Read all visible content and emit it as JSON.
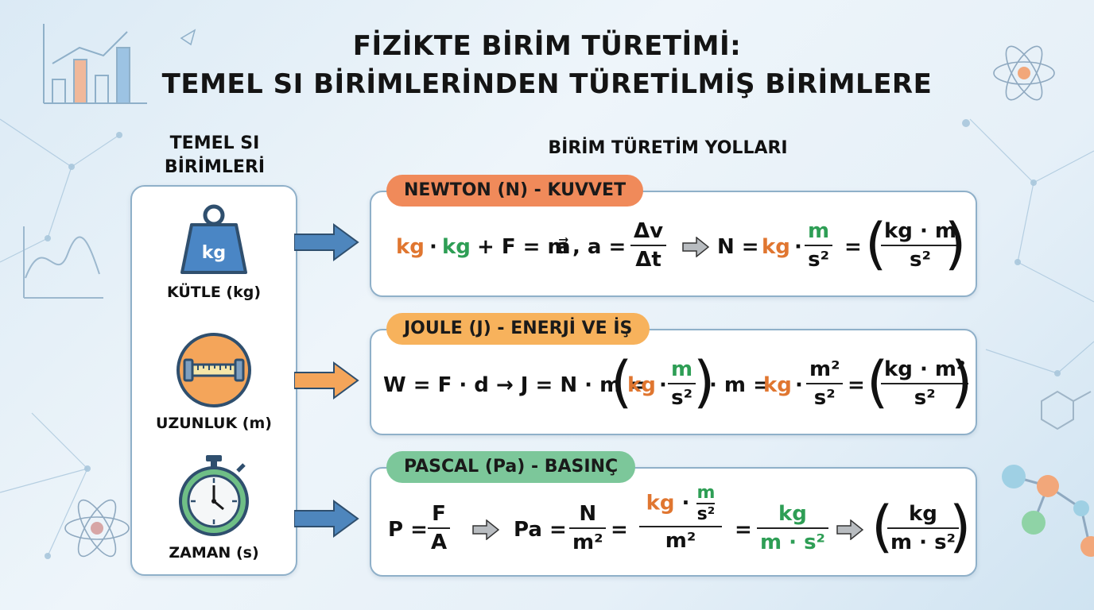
{
  "title": {
    "line1": "FİZİKTE BİRİM TÜRETİMİ:",
    "line2": "TEMEL SI BİRİMLERİNDEN TÜRETİLMİŞ BİRİMLERE"
  },
  "base_units": {
    "heading_line1": "TEMEL SI",
    "heading_line2": "BİRİMLERİ",
    "items": [
      {
        "label": "KÜTLE (kg)",
        "icon": "weight-icon",
        "icon_text": "kg"
      },
      {
        "label": "UZUNLUK (m)",
        "icon": "ruler-icon"
      },
      {
        "label": "ZAMAN (s)",
        "icon": "stopwatch-icon"
      }
    ]
  },
  "routes": {
    "heading": "BİRİM TÜRETİM YOLLARI",
    "newton": {
      "title": "NEWTON (N) - KUVVET",
      "eq": {
        "a": "kg",
        "dot": "·",
        "b": "kg",
        "plus": "+ F = m",
        "vec": "a⃗",
        "comma": ",  a =",
        "dv": "Δv",
        "dt": "Δt",
        "n": "N =",
        "kg": "kg",
        "m": "m",
        "s2": "s²",
        "eqs": "=",
        "kgm": "kg · m",
        "s2b": "s²"
      }
    },
    "joule": {
      "title": "JOULE (J) - ENERJİ VE İŞ",
      "eq": {
        "start": "W = F · d → J = N · m =",
        "kg": "kg",
        "dot": "·",
        "m": "m",
        "s2": "s²",
        "mid": "· m =",
        "kg2": "kg",
        "m2": "m²",
        "s2b": "s²",
        "eqs": "=",
        "kgm2": "kg · m²",
        "s2c": "s²"
      }
    },
    "pascal": {
      "title": "PASCAL (Pa) - BASINÇ",
      "eq": {
        "p": "P =",
        "f": "F",
        "a": "A",
        "pa": "Pa =",
        "n": "N",
        "m2": "m²",
        "eq1": "=",
        "kg": "kg",
        "dot": "·",
        "m": "m",
        "s2": "s²",
        "m2b": "m²",
        "eq2": "=",
        "kg2": "kg",
        "ms2": "m · s²",
        "kg3": "kg",
        "ms2b": "m · s²"
      }
    }
  },
  "colors": {
    "newton": "#f08a5a",
    "joule": "#f7b25c",
    "pascal": "#7cc79a",
    "orange_text": "#e07630",
    "green_text": "#2e9e55",
    "arrow_blue": "#4e86bd",
    "arrow_orange": "#f4a55a"
  }
}
